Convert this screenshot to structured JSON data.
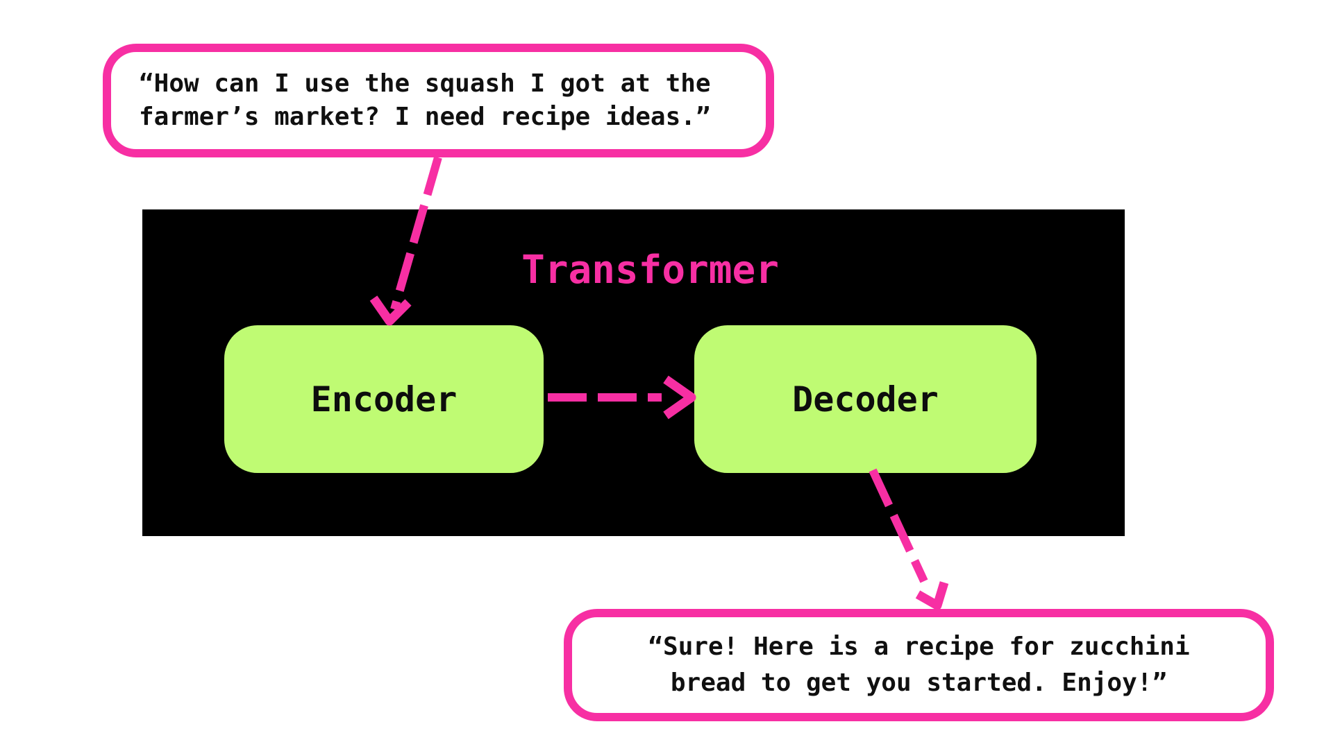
{
  "colors": {
    "accent_pink": "#f72fa3",
    "block_green": "#bffb73",
    "panel_black": "#000000",
    "bubble_white": "#ffffff",
    "text_ink": "#101010"
  },
  "transformer": {
    "title": "Transformer",
    "encoder_label": "Encoder",
    "decoder_label": "Decoder"
  },
  "user_bubble": {
    "line1": "“How can I use the squash I got at the",
    "line2": "farmer’s market? I need recipe ideas.”"
  },
  "response_bubble": {
    "line1": "“Sure! Here is a recipe for zucchini",
    "line2": "bread to get you started. Enjoy!”"
  },
  "arrows": [
    {
      "name": "user-prompt-to-encoder",
      "style": "dashed"
    },
    {
      "name": "encoder-to-decoder",
      "style": "dashed"
    },
    {
      "name": "decoder-to-response",
      "style": "dashed"
    }
  ]
}
